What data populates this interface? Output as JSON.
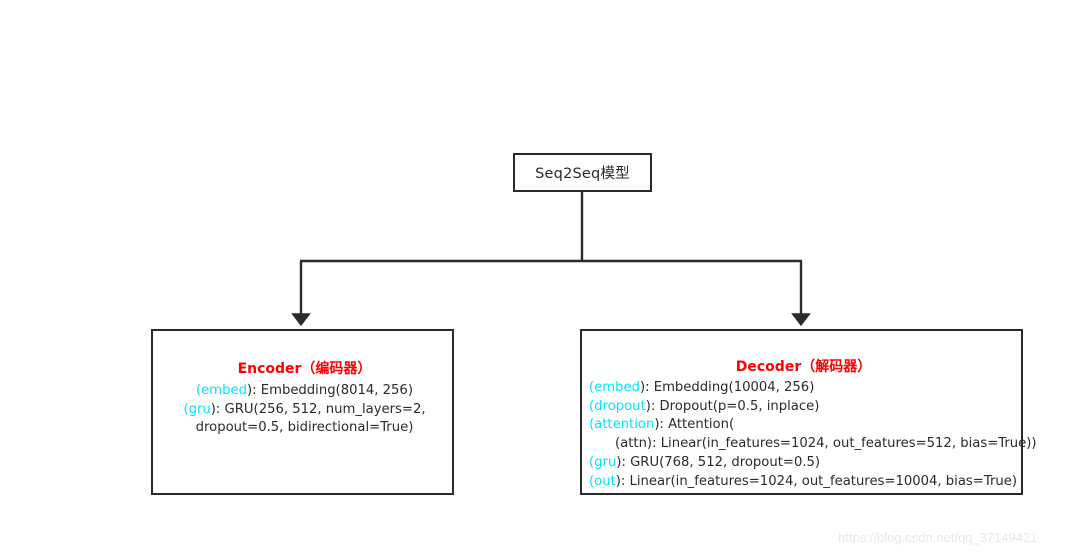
{
  "diagram": {
    "type": "tree",
    "title": "Seq2Seq model architecture tree",
    "root": {
      "id": "seq2seq",
      "label": "Seq2Seq模型"
    },
    "children": [
      {
        "id": "encoder",
        "title": "Encoder（编码器）",
        "title_color": "#ff0000",
        "align": "center",
        "lines": [
          {
            "keyword": "embed",
            "prefix": "(",
            "suffix": "): Embedding(8014, 256)",
            "text": "(embed): Embedding(8014, 256)"
          },
          {
            "keyword": "gru",
            "prefix": "(",
            "suffix": "): GRU(256, 512, num_layers=2,",
            "text": "(gru): GRU(256, 512, num_layers=2,"
          },
          {
            "keyword": null,
            "prefix": "",
            "suffix": "",
            "text": "dropout=0.5, bidirectional=True)"
          }
        ]
      },
      {
        "id": "decoder",
        "title": "Decoder（解码器）",
        "title_color": "#ff0000",
        "align": "left",
        "lines": [
          {
            "keyword": "embed",
            "prefix": "(",
            "suffix": "): Embedding(10004, 256)",
            "text": "(embed): Embedding(10004, 256)",
            "indent": false
          },
          {
            "keyword": "dropout",
            "prefix": "(",
            "suffix": "): Dropout(p=0.5, inplace)",
            "text": "(dropout): Dropout(p=0.5, inplace)",
            "indent": false
          },
          {
            "keyword": "attention",
            "prefix": "(",
            "suffix": "): Attention(",
            "text": "(attention): Attention(",
            "indent": false
          },
          {
            "keyword": null,
            "prefix": "",
            "suffix": "",
            "text": "(attn): Linear(in_features=1024, out_features=512, bias=True))",
            "indent": true
          },
          {
            "keyword": "gru",
            "prefix": "(",
            "suffix": "): GRU(768, 512, dropout=0.5)",
            "text": "(gru): GRU(768, 512, dropout=0.5)",
            "indent": false
          },
          {
            "keyword": "out",
            "prefix": "(",
            "suffix": "): Linear(in_features=1024, out_features=10004, bias=True)",
            "text": "(out): Linear(in_features=1024, out_features=10004, bias=True)",
            "indent": false
          }
        ]
      }
    ],
    "colors": {
      "line": "#2b2b2b",
      "box_border": "#2b2b2b",
      "background": "#ffffff",
      "title": "#ff0000",
      "keyword": "#00e5ff",
      "body_text": "#2b2b2b",
      "watermark": "#e9e9e9"
    }
  },
  "watermark": {
    "text": "https://blog.csdn.net/qq_37149421"
  }
}
